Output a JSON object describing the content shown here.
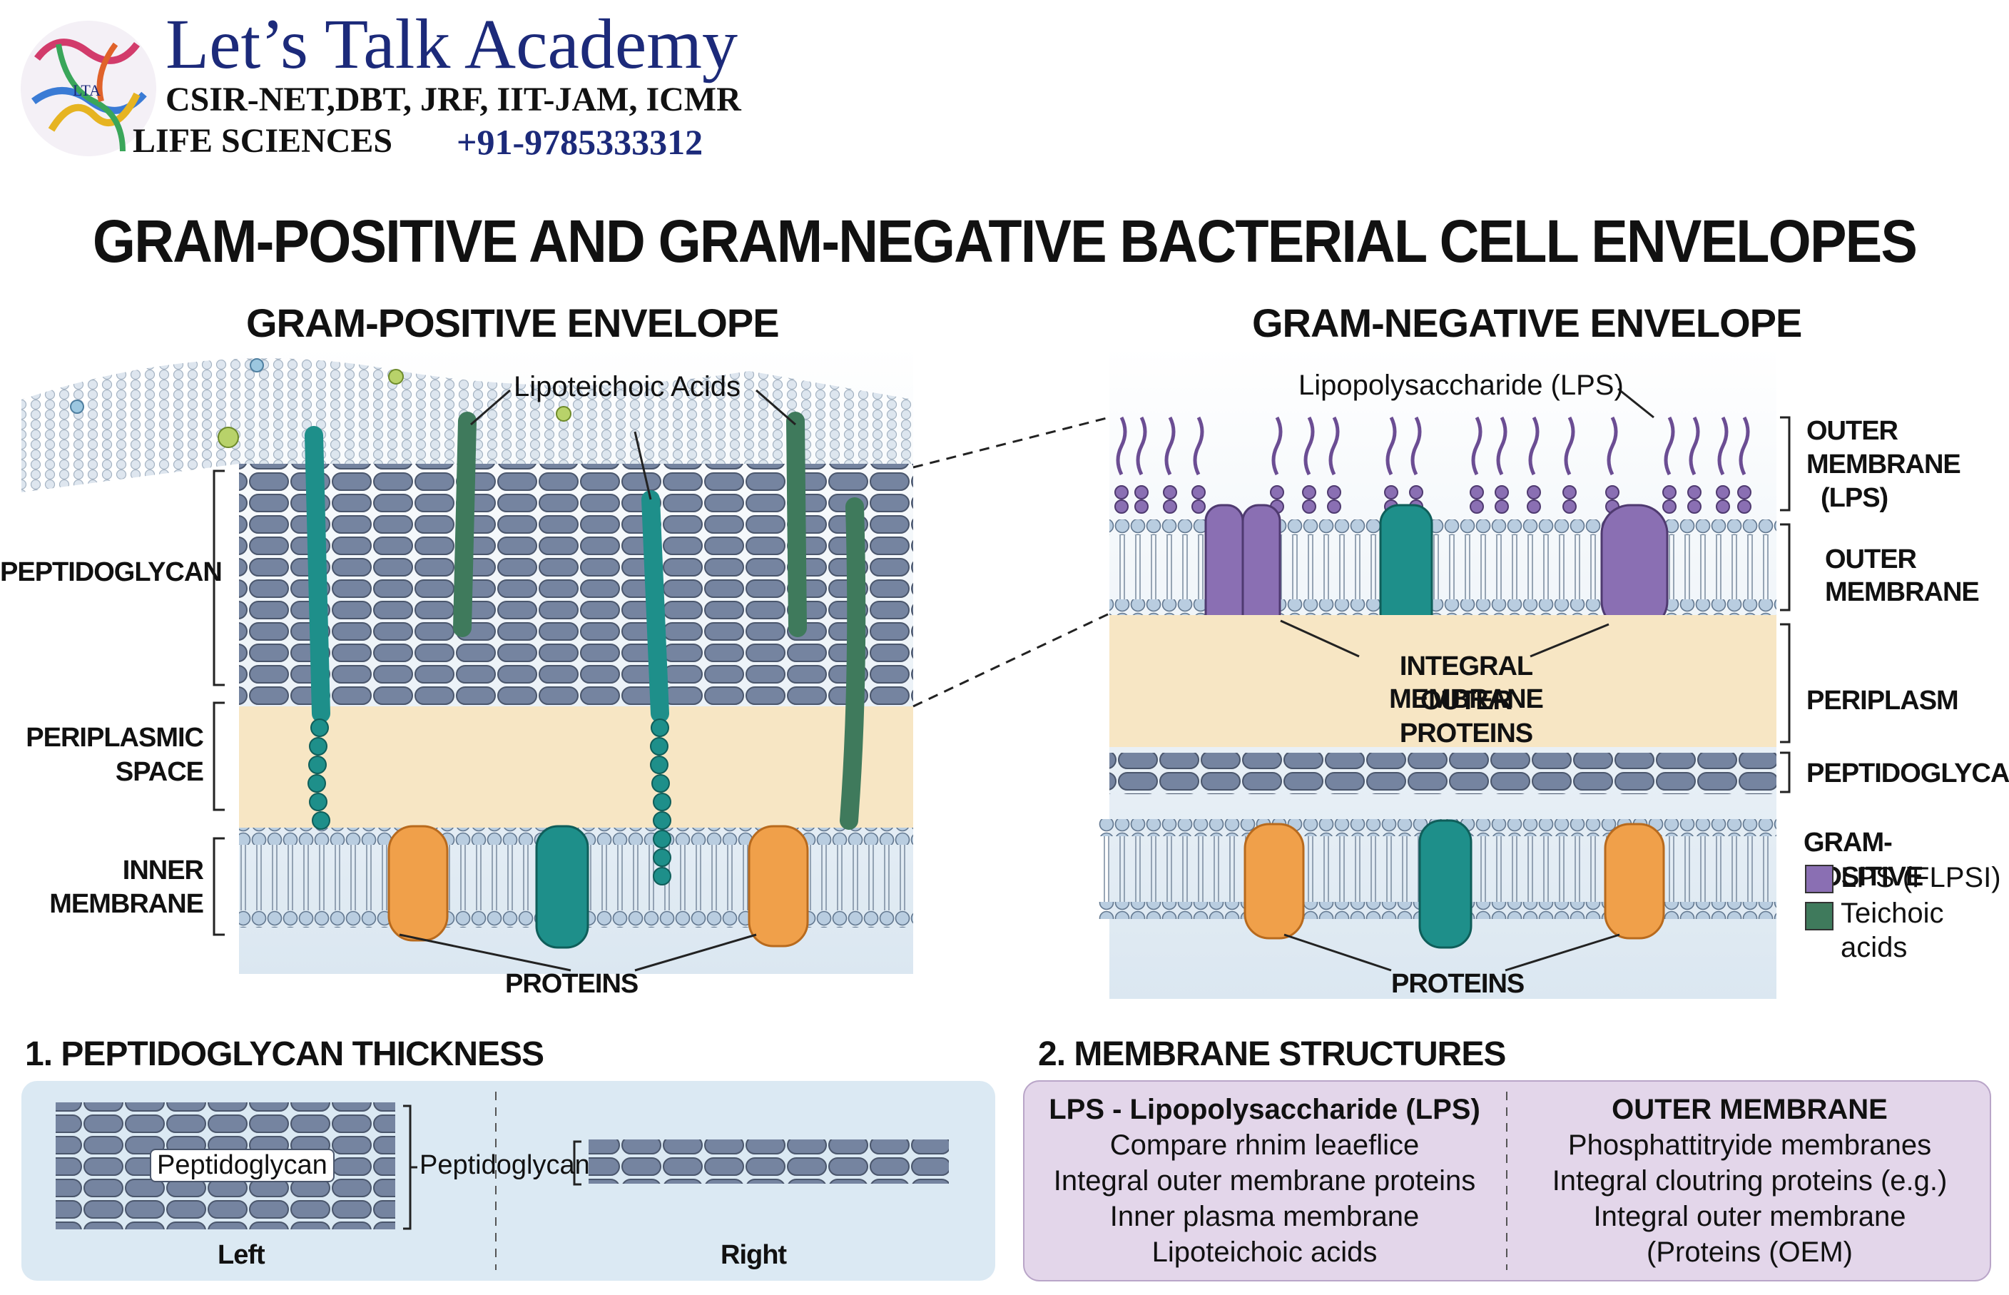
{
  "brand": {
    "name": "Let’s Talk Academy",
    "line1": "CSIR-NET,DBT, JRF, IIT-JAM, ICMR",
    "line2": "LIFE SCIENCES",
    "phone": "+91-9785333312",
    "logo_text": "LTA"
  },
  "main_title": "GRAM-POSITIVE AND GRAM-NEGATIVE BACTERIAL CELL ENVELOPES",
  "gram_positive": {
    "title": "GRAM-POSITIVE ENVELOPE",
    "lipoteichoic_label": "Lipoteichoic Acids",
    "labels": {
      "peptidoglycan": "PEPTIDOGLYCAN",
      "periplasmic_1": "PERIPLASMIC",
      "periplasmic_2": "SPACE",
      "inner_1": "INNER",
      "inner_2": "MEMBRANE"
    },
    "proteins_label": "PROTEINS"
  },
  "gram_negative": {
    "title": "GRAM-NEGATIVE ENVELOPE",
    "lps_label": "Lipopolysaccharide (LPS)",
    "labels": {
      "outer_lps_1": "OUTER",
      "outer_lps_2": "MEMBRANE",
      "outer_lps_3": "(LPS)",
      "outer_1": "OUTER",
      "outer_2": "MEMBRANE",
      "periplasm": "PERIPLASM",
      "peptidoglycan": "PEPTIDOGLYCAN"
    },
    "integral_1": "INTEGRAL OUTER",
    "integral_2": "MEMBRANE PROTEINS",
    "proteins_label": "PROTEINS"
  },
  "legend": {
    "title": "GRAM-POSITIVE",
    "items": [
      {
        "label": "LPS (FLPSI)",
        "color": "#8a6fb3"
      },
      {
        "label": "Teichoic",
        "label2": "acids",
        "color": "#3f7a5c"
      }
    ]
  },
  "section1": {
    "title": "1. PEPTIDOGLYCAN THICKNESS",
    "inner_label": "Peptidoglycan",
    "bracket_label": "Peptidoglycan",
    "left_caption": "Left",
    "right_caption": "Right"
  },
  "section2": {
    "title": "2. MEMBRANE STRUCTURES",
    "left_col": {
      "heading": "LPS - Lipopolysaccharide (LPS)",
      "lines": [
        "Compare rhnim leaeflice",
        "Integral outer membrane proteins",
        "Inner plasma membrane",
        "Lipoteichoic acids"
      ]
    },
    "right_col": {
      "heading": "OUTER MEMBRANE",
      "lines": [
        "Phosphattitryide membranes",
        "Integral cloutring proteins (e.g.)",
        "Integral outer membrane",
        "(Proteins (OEM)"
      ]
    }
  },
  "colors": {
    "peptidoglycan": "#6f7f96",
    "periplasm": "#f7e6c4",
    "teal": "#1e8f8a",
    "orange": "#f0a04a",
    "purple": "#8a6fb3",
    "dark_green": "#3f7a5c",
    "box1_bg": "#dbe9f3",
    "box2_bg": "#e3d6ea"
  }
}
